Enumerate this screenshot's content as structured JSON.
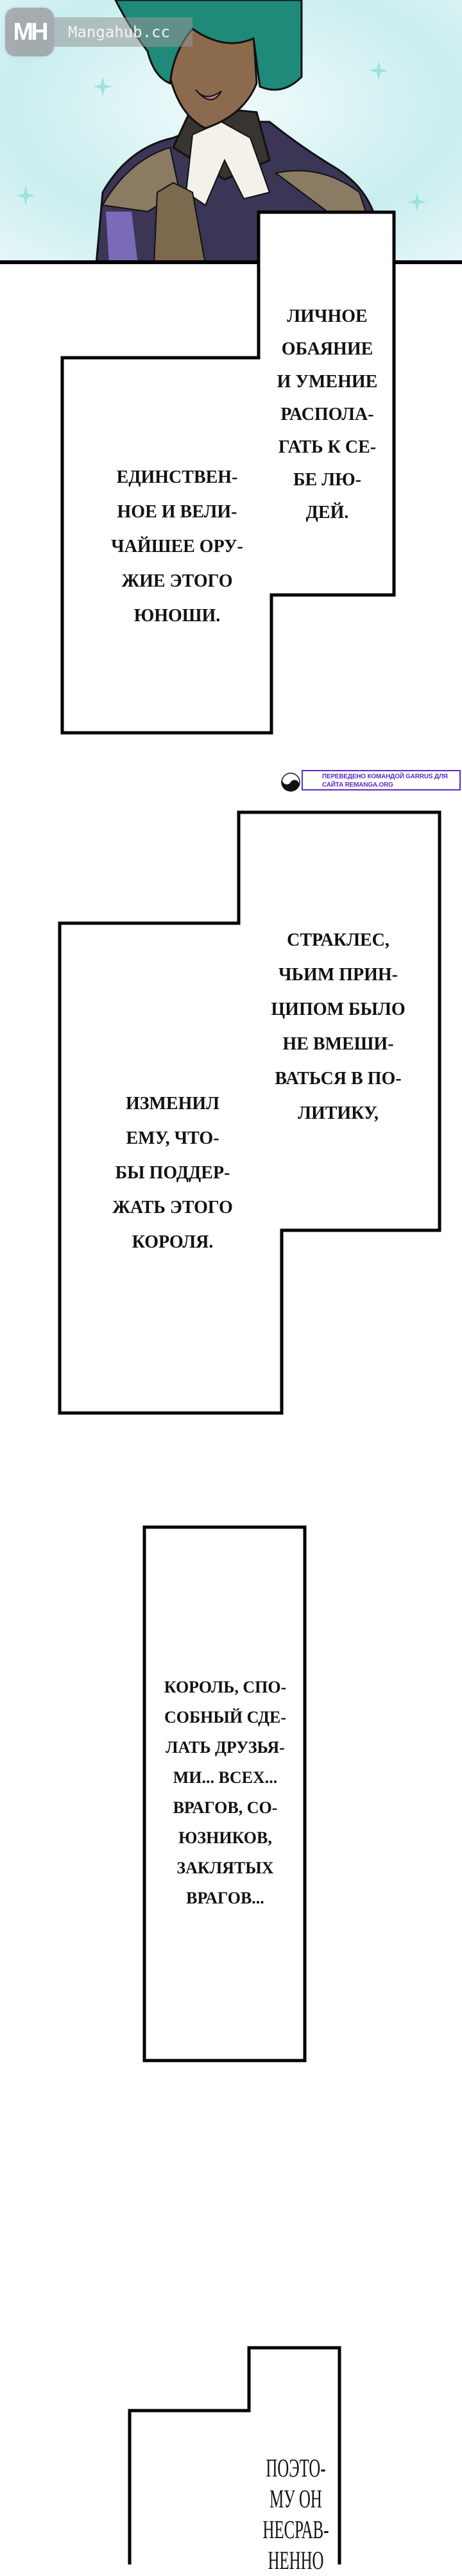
{
  "watermark": {
    "logo": "MH",
    "site": "Mangahub.cc"
  },
  "captions": {
    "box1": [
      "ЛИЧНОЕ",
      "ОБАЯНИЕ",
      "И УМЕНИЕ",
      "РАСПОЛА-",
      "ГАТЬ К СЕ-",
      "БЕ ЛЮ-",
      "ДЕЙ."
    ],
    "box2": [
      "ЕДИНСТВЕН-",
      "НОЕ И ВЕЛИ-",
      "ЧАЙШЕЕ ОРУ-",
      "ЖИЕ ЭТОГО",
      "ЮНОШИ."
    ],
    "box3": [
      "СТРАКЛЕС,",
      "ЧЬИМ ПРИН-",
      "ЦИПОМ БЫЛО",
      "НЕ ВМЕШИ-",
      "ВАТЬСЯ В ПО-",
      "ЛИТИКУ,"
    ],
    "box4": [
      "ИЗМЕНИЛ",
      "ЕМУ, ЧТО-",
      "БЫ ПОДДЕР-",
      "ЖАТЬ ЭТОГО",
      "КОРОЛЯ."
    ],
    "box5": [
      "КОРОЛЬ, СПО-",
      "СОБНЫЙ СДЕ-",
      "ЛАТЬ ДРУЗЬЯ-",
      "МИ... ВСЕХ...",
      "ВРАГОВ, СО-",
      "ЮЗНИКОВ,",
      "ЗАКЛЯТЫХ",
      "ВРАГОВ..."
    ],
    "box7": [
      "ПОЭТО-",
      "МУ ОН",
      "НЕСРАВ-",
      "НЕННО"
    ]
  },
  "credit": {
    "line1": "ПЕРЕВЕДЕНО КОМАНДОЙ GARRUS ДЛЯ",
    "line2": "САЙТА REMANGA.ORG"
  },
  "colors": {
    "credit": "#5b2bc8",
    "sky": "#cdeff0",
    "hair": "#1f8a7a"
  }
}
